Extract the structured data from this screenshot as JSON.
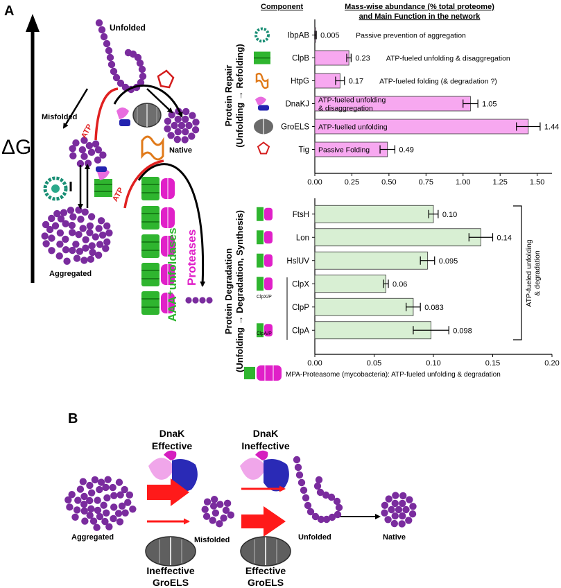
{
  "panelA": {
    "label": "A",
    "delta_g": "ΔG",
    "states": {
      "unfolded": "Unfolded",
      "misfolded": "Misfolded",
      "native": "Native",
      "aggregated": "Aggregated"
    },
    "atp": "ATP",
    "aaa_unfoldases": "AAA⁺unfoldases",
    "proteases": "Proteases",
    "header_component": "Component",
    "header_title_line1": "Mass-wise abundance (% total proteome)",
    "header_title_line2": "and Main Function in the network",
    "repair_label_line1": "Protein Repair",
    "repair_label_line2": "(Unfolding → Refolding)",
    "degradation_label_line1": "Protein Degradation",
    "degradation_label_line2": "(Unfolding → Degradation, Synthesis)",
    "clpxp_label": "ClpX/P",
    "clpap_label": "ClpA/P",
    "mpa_note": "MPA-Proteasome (mycobacteria): ATP-fueled unfolding & degradation",
    "bracket_label_line1": "ATP-fueled unfolding",
    "bracket_label_line2": "& degradation"
  },
  "panelB": {
    "label": "B",
    "dnak_effective_line1": "DnaK",
    "dnak_effective_line2": "Effective",
    "dnak_ineffective_line1": "DnaK",
    "dnak_ineffective_line2": "Ineffective",
    "groels_ineffective_line1": "Ineffective",
    "groels_ineffective_line2": "GroELS",
    "groels_effective_line1": "Effective",
    "groels_effective_line2": "GroELS",
    "aggregated": "Aggregated",
    "misfolded": "Misfolded",
    "unfolded": "Unfolded",
    "native": "Native"
  },
  "colors": {
    "polymer": "#7a2c9e",
    "atp_red": "#e02020",
    "unfoldase_green": "#2fb52f",
    "protease_magenta": "#e020c8",
    "repair_bar": "#f7a8f0",
    "degradation_bar": "#d8efd3",
    "big_arrow": "#ff1a1a"
  },
  "chart_data": [
    {
      "type": "bar",
      "orientation": "horizontal",
      "categories": [
        "IbpAB",
        "ClpB",
        "HtpG",
        "DnaKJ",
        "GroELS",
        "Tig"
      ],
      "values": [
        0.005,
        0.23,
        0.17,
        1.05,
        1.44,
        0.49
      ],
      "value_labels": [
        "0.005",
        "0.23",
        "0.17",
        "1.05",
        "1.44",
        "0.49"
      ],
      "errors": [
        0.005,
        0.015,
        0.03,
        0.05,
        0.08,
        0.05
      ],
      "functions": [
        "Passive prevention of aggregation",
        "ATP-fueled unfolding & disaggregation",
        "ATP-fueled folding (& degradation ?)",
        "ATP-fueled unfolding\n& disaggregation",
        "ATP-fuelled unfolding",
        "Passive Folding"
      ],
      "function_inside_bar": [
        false,
        false,
        false,
        true,
        true,
        true
      ],
      "xlim": [
        0,
        1.6
      ],
      "xticks": [
        0,
        0.25,
        0.5,
        0.75,
        1,
        1.25,
        1.5
      ],
      "xtick_labels": [
        "0.00",
        "0.25",
        "0.50",
        "0.75",
        "1.00",
        "1.25",
        "1.50"
      ],
      "icons": [
        "ibpab-icon",
        "clpb-icon",
        "htpg-icon",
        "dnakj-icon",
        "groels-icon",
        "tig-icon"
      ]
    },
    {
      "type": "bar",
      "orientation": "horizontal",
      "categories": [
        "FtsH",
        "Lon",
        "HslUV",
        "ClpX",
        "ClpP",
        "ClpA"
      ],
      "values": [
        0.1,
        0.14,
        0.095,
        0.06,
        0.083,
        0.098
      ],
      "value_labels": [
        "0.10",
        "0.14",
        "0.095",
        "0.06",
        "0.083",
        "0.098"
      ],
      "errors": [
        0.004,
        0.01,
        0.006,
        0.002,
        0.006,
        0.015
      ],
      "xlim": [
        0,
        0.2
      ],
      "xticks": [
        0,
        0.05,
        0.1,
        0.15,
        0.2
      ],
      "xtick_labels": [
        "0.00",
        "0.05",
        "0.10",
        "0.15",
        "0.20"
      ],
      "icons": [
        "ftsh-icon",
        "lon-icon",
        "hsluv-icon",
        "clpxp-icon",
        "clpxp-icon",
        "clpap-icon"
      ]
    }
  ]
}
